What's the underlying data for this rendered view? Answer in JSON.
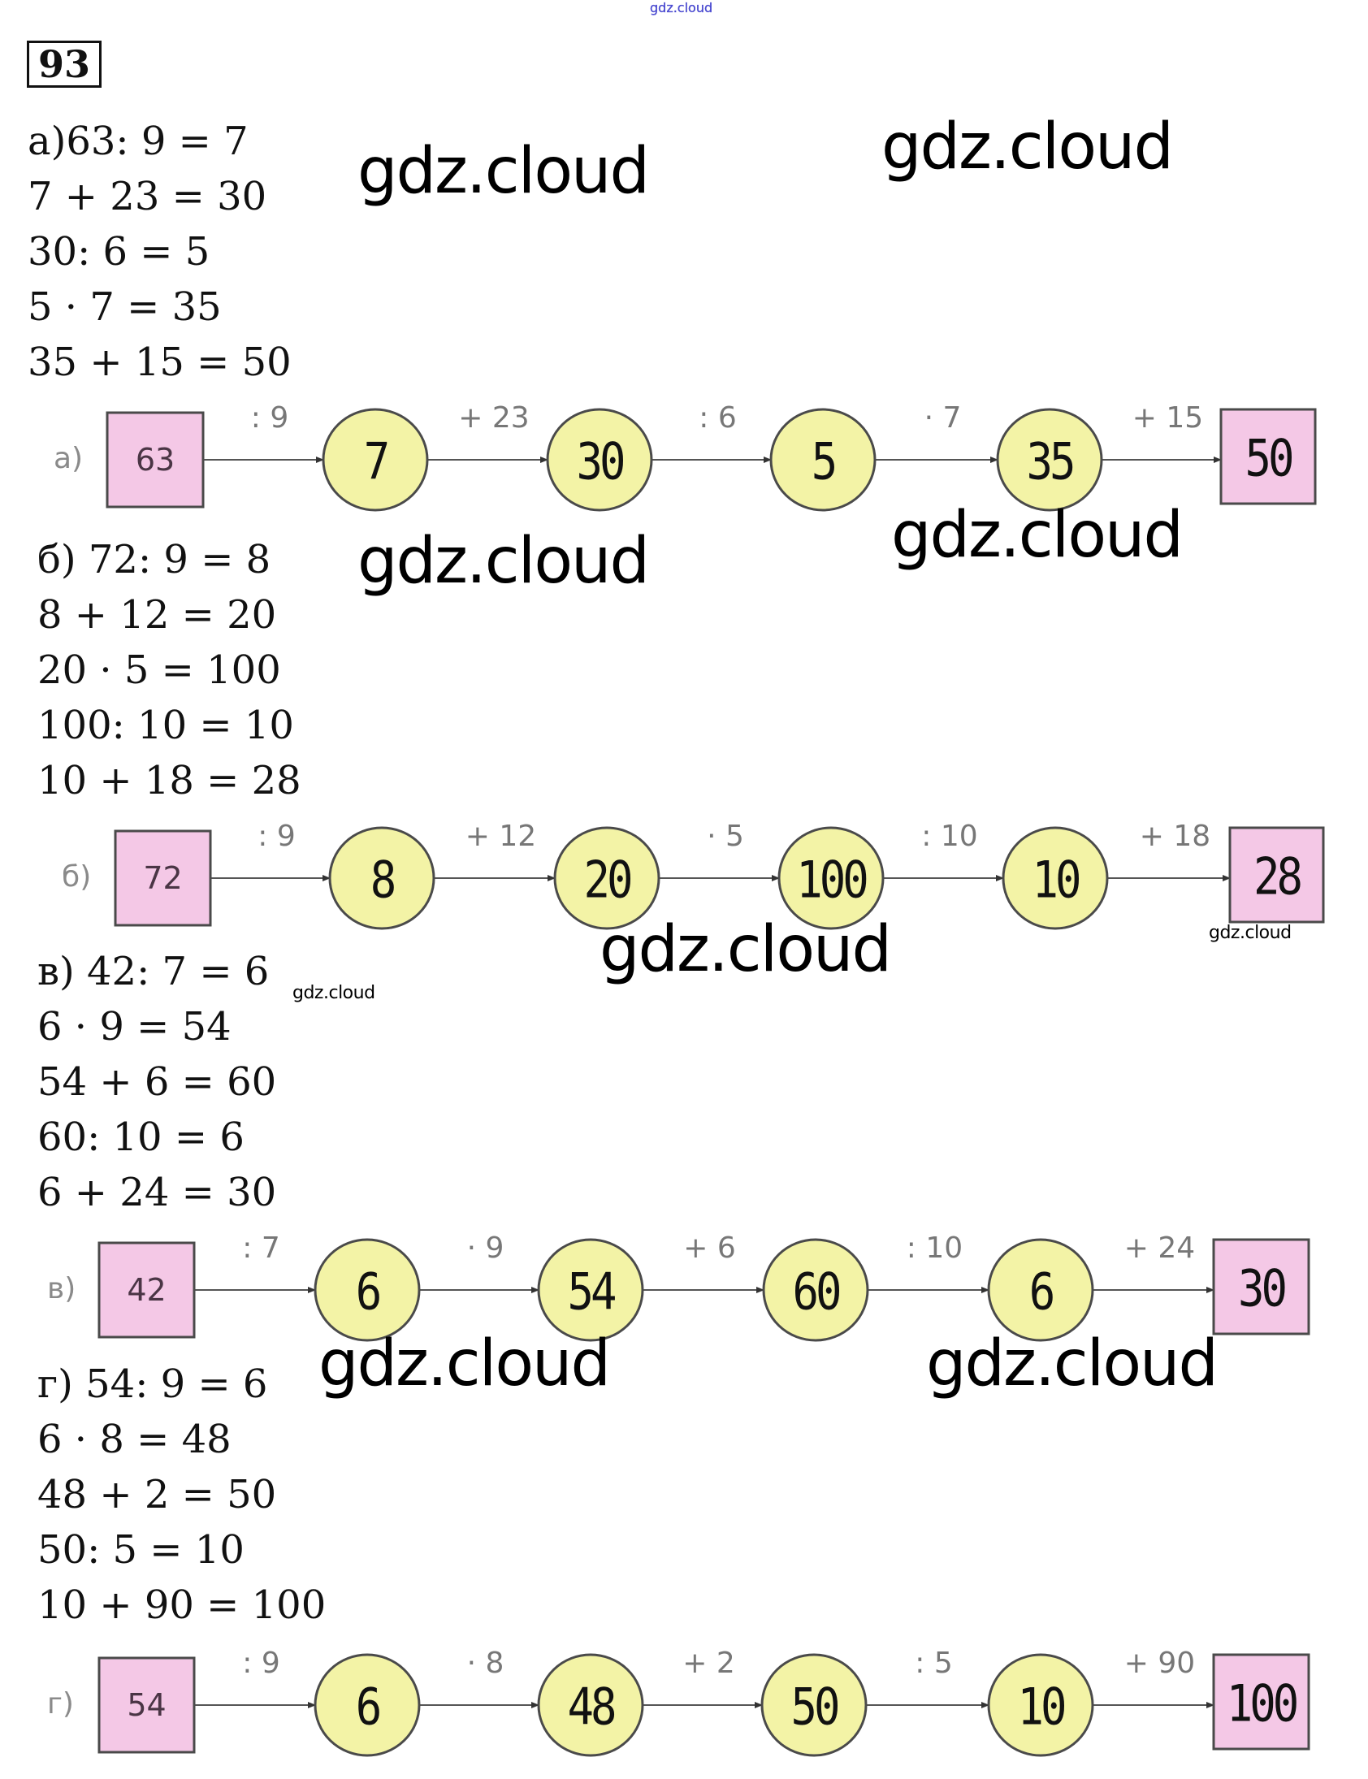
{
  "header": {
    "top_watermark": "gdz.cloud",
    "task_number": "93"
  },
  "watermark_text": "gdz.cloud",
  "colors": {
    "start_box_fill": "#f4c8e6",
    "end_box_fill": "#f4c8e6",
    "circle_fill": "#f3f3a6",
    "border": "#4a4a4a",
    "op_label": "#777777"
  },
  "sections": [
    {
      "label": "а)",
      "equations": [
        "а)63: 9  = 7",
        "7 + 23 = 30",
        "30: 6 = 5",
        "5 · 7 = 35",
        "35 + 15 = 50"
      ],
      "diagram": {
        "row_label": "а)",
        "start": "63",
        "operations": [
          ": 9",
          "+ 23",
          ": 6",
          "· 7",
          "+ 15"
        ],
        "intermediate": [
          "7",
          "30",
          "5",
          "35"
        ],
        "result": "50"
      }
    },
    {
      "label": "б)",
      "equations": [
        "б) 72: 9 = 8",
        "8 + 12 = 20",
        "20 · 5 = 100",
        "100: 10 = 10",
        "10 + 18 = 28"
      ],
      "diagram": {
        "row_label": "б)",
        "start": "72",
        "operations": [
          ": 9",
          "+ 12",
          "· 5",
          ": 10",
          "+ 18"
        ],
        "intermediate": [
          "8",
          "20",
          "100",
          "10"
        ],
        "result": "28"
      }
    },
    {
      "label": "в)",
      "equations": [
        "в) 42: 7 = 6",
        "6 · 9 = 54",
        "54 + 6 = 60",
        "60: 10 = 6",
        "6 + 24 = 30"
      ],
      "diagram": {
        "row_label": "в)",
        "start": "42",
        "operations": [
          ": 7",
          "· 9",
          "+ 6",
          ": 10",
          "+ 24"
        ],
        "intermediate": [
          "6",
          "54",
          "60",
          "6"
        ],
        "result": "30"
      }
    },
    {
      "label": "г)",
      "equations": [
        "г) 54: 9 = 6",
        "6 · 8 = 48",
        "48 + 2 = 50",
        "50: 5 = 10",
        "10 + 90 = 100"
      ],
      "diagram": {
        "row_label": "г)",
        "start": "54",
        "operations": [
          ": 9",
          "· 8",
          "+ 2",
          ": 5",
          "+ 90"
        ],
        "intermediate": [
          "6",
          "48",
          "50",
          "10"
        ],
        "result": "100"
      }
    }
  ]
}
